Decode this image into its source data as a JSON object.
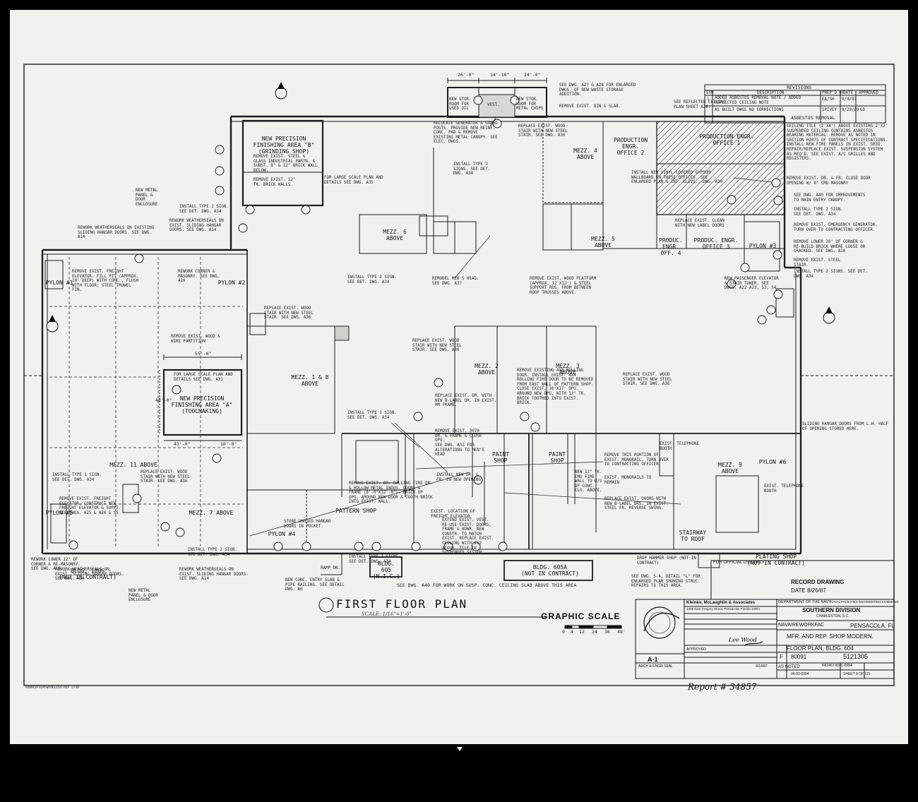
{
  "drawing": {
    "title": "FIRST FLOOR PLAN",
    "title_sub": "SCALE: 1/16\"=1'-0\"",
    "graphic_scale_label": "GRAPHIC SCALE",
    "graphic_scale_ticks": [
      "0",
      "4",
      "12",
      "24",
      "36",
      "48'"
    ],
    "bottom_note": "SEE DWG. A40 FOR WORK ON SUSP. CONC. CEILING SLAB ABOVE THIS AREA",
    "dimensions": [
      "26'-0\"",
      "14'-10\"",
      "24'-0\"",
      "55'-0\"",
      "48'-0\"",
      "43'-0\"",
      "10'-0\""
    ]
  },
  "revisions": {
    "header": "REVISIONS",
    "columns": [
      "SYM",
      "DESCRIPTION",
      "PREP'D BY",
      "DATE",
      "APPROVED"
    ],
    "rows": [
      {
        "sym": "1",
        "desc": "ADDED ASBESTOS REMOVAL NOTE / ADDED REFLECTED CEILING NOTE",
        "by": "EA/SH",
        "date": "9/4/87",
        "app": ""
      },
      {
        "sym": "",
        "desc": "AS BUILT DWGS NO CORRECTIONS",
        "by": "SPIVEY",
        "date": "9/29/89",
        "app": "GD"
      }
    ]
  },
  "rooms": [
    {
      "text": "NEW PRECISION\nFINISHING AREA \"B\"\n(GRINDING SHOP)"
    },
    {
      "text": "NEW PRECISION\nFINISHING AREA \"A\"\n(TOOLMAKING)"
    },
    {
      "text": "PATTERN SHOP"
    },
    {
      "text": "PAINT SHOP"
    },
    {
      "text": "PAINT SHOP"
    },
    {
      "text": "PRODUCTION ENGR.\nOFFICE 2"
    },
    {
      "text": "PRODUCTION ENGR.\nOFFICE 1"
    },
    {
      "text": "PRODUC. ENGR.\nOFF. 4"
    },
    {
      "text": "PRODUC. ENGR.\nOFFICE 3"
    },
    {
      "text": "PYLON #1"
    },
    {
      "text": "PYLON #2"
    },
    {
      "text": "PYLON #3"
    },
    {
      "text": "PYLON #4"
    },
    {
      "text": "PYLON #5"
    },
    {
      "text": "PYLON #6"
    },
    {
      "text": "MEZZ. 1 & 8 ABOVE"
    },
    {
      "text": "MEZZ. 11 ABOVE"
    },
    {
      "text": "MEZZ. 7 ABOVE"
    },
    {
      "text": "MEZZ. 5 ABOVE"
    },
    {
      "text": "MEZZ. 6 ABOVE"
    },
    {
      "text": "MEZZ. 2 ABOVE"
    },
    {
      "text": "MEZZ. 3 ABOVE"
    },
    {
      "text": "MEZZ. 4 ABOVE"
    },
    {
      "text": "MEZZ. 9 ABOVE"
    },
    {
      "text": "STAIRWAY\nTO ROOF"
    },
    {
      "text": "PLATING SHOP\n(NOT IN CONTRACT)"
    },
    {
      "text": "BLDG. 605A\n(NOT IN CONTRACT)"
    },
    {
      "text": "BLDG. 605\n(N.I.C.)"
    },
    {
      "text": "- BLDG. 1806 -\n(NOT IN CONTRACT)"
    },
    {
      "text": "NEW STOR.\nROOM FOR\nUSED OIL"
    },
    {
      "text": "NEW STOR.\nROOM FOR\nMETAL CHIPS"
    },
    {
      "text": "VEST."
    }
  ],
  "notes": [
    "SEE DWG. A27 & A28 FOR ENLARGED DWGS. OF NEW WASTE STORAGE ADDITION.",
    "SEE REFLECTED CEILING PLAN SHEET A36.",
    "REMOVE EXIST. BIN & SLAB.",
    "RELOCATE GENERATOR & GUARD POSTS. PROVIDE NEW REINF. CONC. PAD & REMOVE EXISTING METAL CANOPY. SEE ELEC. DWGS.",
    "REPLACE EXIST. WOOD STAIR WITH NEW STEEL STAIR. SEE DWG. A36",
    "INSTALL TYPE 2 SIGNS. SEE DET. DWG. A34",
    "REMOVE EXIST. STEEL & GLASS INDUSTRIAL PARTN. & SUBST. 8\" & 12\" BRICK WALL BELOW.",
    "REMOVE EXIST. 12\" TK. BRICK WALLS.",
    "FOR LARGE SCALE PLAN AND DETAILS SEE DWG. A35",
    "REWORK WEATHERSEALS ON EXISTING SLIDING HANGAR DOORS. SEE DWG. A14",
    "NEW METAL PANEL & DOOR ENCLOSURE",
    "REWORK WEATHERSEALS ON EXIST. SLIDING HANGAR DOORS. SEE DWG. A14",
    "INSTALL TYPE 2 SIGN. SEE DET. DWG. A34",
    "REMOVE EXIST. FREIGHT ELEVATOR. FILL PIT (APPROX. 10' DEEP) WITH CONC., FLUSH WITH FLOOR; STEEL TROWEL FIN.",
    "REWORK CORNER & MASONRY. SEE DWG. A16",
    "REPLACE EXIST. WOOD STAIR WITH NEW STEEL STAIR. SEE DWG. A36",
    "REMOVE EXIST. WOOD & WIRE PARTITION",
    "FOR LARGE SCALE PLAN AND DETAILS SEE DWG. A31",
    "INSTALL TYPE 2 SIGN. SEE DET. DWG. A34",
    "REMODEL MEN'S HEAD. SEE DWG. A37",
    "REMOVE EXIST. WOOD PLATFORM (APPROX. 12'x12') & STEEL SUPPORT RDS. FROM BETWEEN ROOF TRUSSES ABOVE.",
    "REPLACE EXIST. WOOD STAIR WITH NEW STEEL STAIR. SEE DWG. A36",
    "INSTALL NEW VINYL-COVERED GYPSUM WALLBOARD IN THESE OFFICES. SEE ENLARGED PLAN & INT. ELEVS., DWG. A30",
    "ASBESTOS REMOVAL",
    "CEILING TILE (2'x4') ABOVE EXISTING 2'x2' SUSPENDED CEILING CONTAINS ASBESTOS BEARING MATERIAL. REMOVE AS NOTED IN SECTION 02075 OF CONTRACT SPECIFICATIONS. INSTALL NEW FIRE PANELS IN EXIST. GRID. REPAIR/REPLACE EXIST. SUSPENSION SYSTEM AS REQ'D. SEE EXIST. A/C GRILLES AND REGISTERS.",
    "REMOVE EXIST. DR. & FR. CLOSE DOOR OPENING W/ 8\" CMU MASONRY",
    "SEE DWG. A40 FOR IMPROVEMENTS TO MAIN ENTRY CANOPY.",
    "INSTALL TYPE 2 SIGN. SEE DET. DWG. A34",
    "REMOVE EXIST. EMERGENCY GENERATOR. TURN OVER TO CONTRACTING OFFICER.",
    "REMOVE LOWER 20' OF CORNER & RE-BUILD BRICK WHERE LOOSE OR CRACKED. SEE DWG. A16",
    "REMOVE EXIST. STEEL STAIR.",
    "INSTALL TYPE 2 SIGNS. SEE DET. DWG. A34",
    "NEW PASSENGER ELEVATOR & STAIR TOWER. SEE DWGS. A22 A23, S3, S4",
    "REPLACE EXIST. CLEAN WITH NEW LABEL DOORS",
    "REPLACE EXIST. WOOD STAIR WITH NEW STEEL STAIR. SEE DWG. A36",
    "REMOVE EXISTING 4x8 ROLLING DOOR. INSTALL EXIST. 4x4 ROLLING FIRE DOOR TO BE REMOVED FROM EAST WALL OF PATTERN SHOP. CLOSE EXIST. 16'x17' OPG. AROUND NEW OPG. WITH 12\" TK. BRICK TOOTHED INTO EXIST. BRICK.",
    "REPLACE EXIST. DR. WITH NEW B-LABEL DR. IN EXIST. HM FRAME.",
    "INSTALL TYPE 1 SIGN. SEE DET. DWG. A34",
    "REMOVE EXIST. 3070 DR. & FRAME & CLOSE OPG.",
    "SEE DWG. A32 FOR ALTERATIONS TO MEN'S HEAD",
    "INSTALL NEW DR. & FR. IN NEW OPENING.",
    "REMOVE EXIST. DR. ROLLING FIRE DR. & HOLLOW METAL INDUS. DOORS & FRAME (8'-0\"x12'-0\"). BRICK UP OPG. AROUND NEW DOOR & TOOTH BRICK INTO EXIST. WALL.",
    "REMOVE THIS PORTION OF EXIST. MONORAIL. TURN OVER TO CONTRACTING OFFICER.",
    "NEW 12\" TK. CMU FIRE WALL TO U/S OF CONC. CLG. ABOVE.",
    "EXIST. MONORAILS TO REMAIN",
    "REPLACE EXIST. DOORS WITH NEW B-LABEL DRS. IN EXIST. STEEL FR. REVERSE SWING.",
    "SLIDING HANGAR DOORS FROM L.H. HALF OF OPENING STORED HERE.",
    "INSTALL TYPE 1 SIGN. SEE DET. DWG. A34",
    "REPLACE EXIST. WOOD STAIR WITH NEW STEEL STAIR. SEE DWG. A36",
    "REMOVE EXIST. FREIGHT ELEVATOR. CONSTRUCT NEW FREIGHT ELEVATOR & SUPPT. SEE DWGS. A25 & A26 & S5",
    "STORE UNUSED HANGAR DOORS IN POCKET.",
    "EXIST. LOCATION OF FREIGHT ELEVATOR",
    "EXTEND EXIST. VEST. RE-USE EXIST. DOORS, FRAME & HDWR. NEW CONSTR. TO MATCH EXIST. REPLACE EXIST. CEILING WITH 2x2 ACOUS. TILE IN SUSPENDED SYSTEM",
    "REWORK LOWER 12' OF CORNER & RE-MASONRY. SEE DWG. A16",
    "INSTALL TYPE 2 SIGN. SEE DET. DWG. A34",
    "REWORK WEATHERSEALS ON EXIST. SLIDING HANGAR DOORS. SEE DWG. A14",
    "REWORK WEATHERSEALS ON EXIST. SLIDING HANGAR DOORS. SEE DWG. A14",
    "NEW METAL PANEL & DOOR ENCLOSURE",
    "INSTALL TYPE 2 SIGNS. SEE DET. DWG. A34",
    "NEW CONC. ENTRY SLAB & PIPE RAILING. SEE DETAIL DWG. A6",
    "RAMP DN.",
    "DROP HAMMER SHOP (NOT IN CONTRACT)",
    "SEE DWG. S-4, DETAIL \"L\" FOR ENLARGED PLAN SHOWING STRUC. REPAIRS TO THIS AREA.",
    "EXIST. TELEPHONE BOOTH",
    "EXIST. TELEPHONE BOOTH"
  ],
  "title_block": {
    "official_use": "FOR OFFICIAL USE ONLY",
    "record_drawing": "RECORD DRAWING",
    "record_date": "DATE 8/26/87",
    "architect_firm": "Kleinke, McLaughlin & Associates",
    "architect_addr": "1008 East Gregory Street, Pensacola, Florida 32501",
    "department": "DEPARTMENT OF THE NAVY",
    "command": "NAVAL FACILITIES ENGINEERING COMMAND",
    "division": "SOUTHERN DIVISION",
    "division_city": "CHARLESTON, S.C.",
    "activity": "NAVAIREWORKFAC",
    "location": "PENSACOLA, FL",
    "project_line1": "MFR. AND REP. SHOP MODERN.",
    "project_line2": "FLOOR PLAN, BLDG. 604",
    "sheet_id": "A-1",
    "size": "F",
    "code_id": "80091",
    "navfac_drawing_no": "5121305",
    "const_contr_no": "N62467-83-C-0084",
    "spec_no": "06-83-0084",
    "scale": "AS NOTED",
    "sheet": "SHEET 8 OF 121",
    "seal_caption": "ARCH & ENGR SEAL",
    "signature_text": "Lee Wood",
    "approved_label": "APPROVED",
    "approved_date": "9/14/87"
  },
  "stamp_left": "SOURCEFILM/WIRELESS REF 2/48",
  "handwritten_report": "Report # 34857"
}
